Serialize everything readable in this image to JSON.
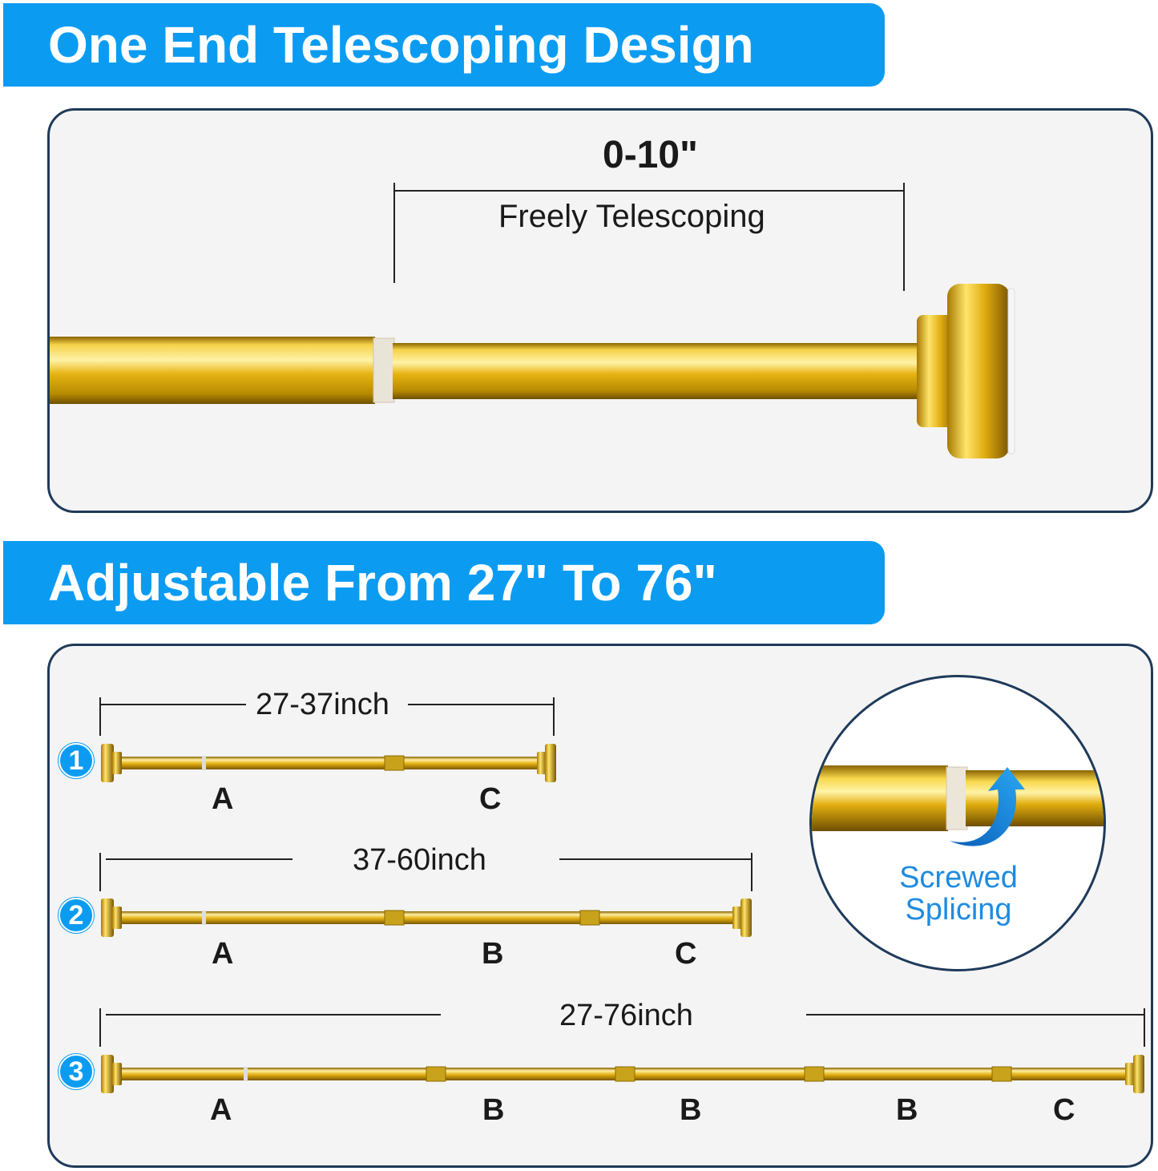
{
  "section1": {
    "title": "One End Telescoping Design",
    "range_label": "0-10\"",
    "caption": "Freely Telescoping"
  },
  "section2": {
    "title": "Adjustable From 27\" To 76\"",
    "configs": [
      {
        "number": "1",
        "range": "27-37inch",
        "segments": [
          "A",
          "C"
        ]
      },
      {
        "number": "2",
        "range": "37-60inch",
        "segments": [
          "A",
          "B",
          "C"
        ]
      },
      {
        "number": "3",
        "range": "27-76inch",
        "segments": [
          "A",
          "B",
          "B",
          "B",
          "C"
        ]
      }
    ],
    "inset": {
      "line1": "Screwed",
      "line2": "Splicing"
    }
  },
  "colors": {
    "banner": "#0b9cf2",
    "gold": "#e2b40a",
    "accent_blue": "#1f8be0",
    "panel_border": "#1f3a5a"
  },
  "icons": [
    "curved-arrow-icon",
    "gold-rod-illustration"
  ]
}
